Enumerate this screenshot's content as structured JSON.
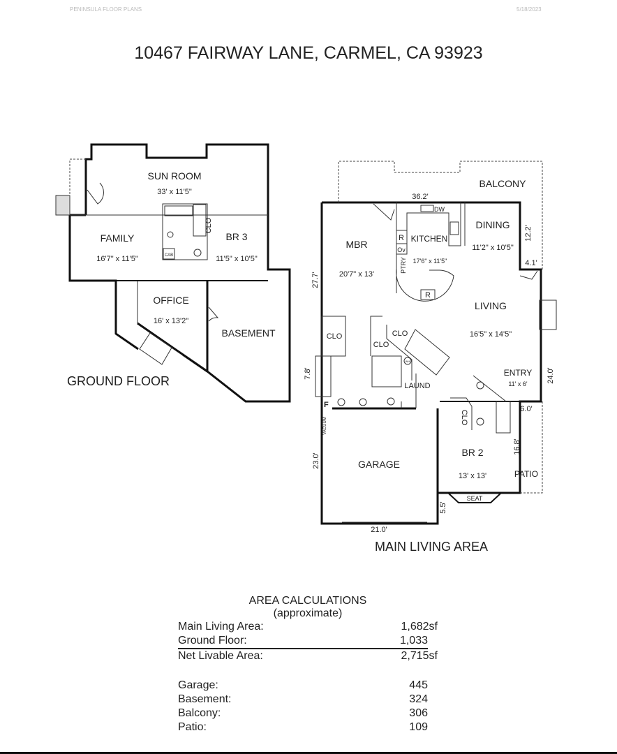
{
  "header": {
    "company": "PENINSULA FLOOR PLANS",
    "date": "5/18/2023"
  },
  "title": "10467 FAIRWAY LANE, CARMEL, CA 93923",
  "ground_floor": {
    "label": "GROUND FLOOR",
    "rooms": {
      "sun_room": {
        "name": "SUN ROOM",
        "size": "33' x 11'5\""
      },
      "family": {
        "name": "FAMILY",
        "size": "16'7\" x 11'5\""
      },
      "br3": {
        "name": "BR 3",
        "size": "11'5\" x 10'5\""
      },
      "office": {
        "name": "OFFICE",
        "size": "16' x 13'2\""
      },
      "basement": {
        "name": "BASEMENT"
      },
      "clo": "CLO",
      "cab": "CAB"
    }
  },
  "main_floor": {
    "label": "MAIN LIVING AREA",
    "rooms": {
      "balcony": "BALCONY",
      "mbr": {
        "name": "MBR",
        "size": "20'7\" x 13'"
      },
      "kitchen": {
        "name": "KITCHEN",
        "size": "17'6\" x 11'5\""
      },
      "dining": {
        "name": "DINING",
        "size": "11'2\" x 10'5\""
      },
      "living": {
        "name": "LIVING",
        "size": "16'5\" x 14'5\""
      },
      "entry": {
        "name": "ENTRY",
        "size": "11' x 6'"
      },
      "garage": "GARAGE",
      "br2": {
        "name": "BR 2",
        "size": "13' x 13'"
      },
      "patio": "PATIO",
      "laund": "LAUND",
      "clo": "CLO",
      "seat": "SEAT",
      "dw": "DW",
      "r": "R",
      "ov": "Ov",
      "ptry": "PTRY",
      "f": "F",
      "vacuum": "VACUUM",
      "wh": "WH"
    },
    "dimensions": {
      "top": "36.2'",
      "left": "27.7'",
      "right_upper": "12.2'",
      "right_step": "4.1'",
      "right_lower": "24.0'",
      "bath": "7.8'",
      "entry_bottom": "6.0'",
      "br2_side": "16.8'",
      "garage_side": "23.0'",
      "garage_bottom": "21.0'",
      "step": "5.5'"
    }
  },
  "area_calculations": {
    "title": "AREA CALCULATIONS",
    "subtitle": "(approximate)",
    "rows": [
      {
        "label": "Main Living Area:",
        "value": "1,682sf"
      },
      {
        "label": "Ground Floor:",
        "value": "1,033"
      },
      {
        "label": "Net Livable Area:",
        "value": "2,715sf"
      },
      {
        "label": "Garage:",
        "value": "445"
      },
      {
        "label": "Basement:",
        "value": "324"
      },
      {
        "label": "Balcony:",
        "value": "306"
      },
      {
        "label": "Patio:",
        "value": "109"
      }
    ]
  }
}
